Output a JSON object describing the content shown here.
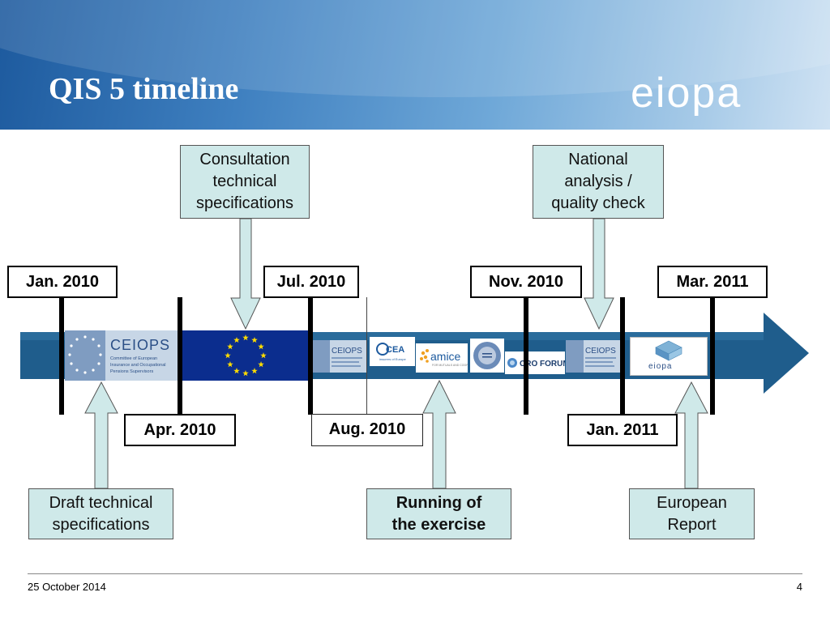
{
  "slide": {
    "title": "QIS 5 timeline",
    "logo_text": "eiopa",
    "footer_date": "25 October 2014",
    "page_number": "4"
  },
  "callouts": {
    "consultation": "Consultation technical specifications",
    "national": "National analysis / quality check",
    "draft": "Draft technical specifications",
    "running": "Running of the exercise",
    "european": "European Report"
  },
  "dates": {
    "jan2010": "Jan. 2010",
    "jul2010": "Jul. 2010",
    "nov2010": "Nov. 2010",
    "mar2011": "Mar. 2011",
    "apr2010": "Apr. 2010",
    "aug2010": "Aug. 2010",
    "jan2011": "Jan. 2011"
  },
  "logos": {
    "ceiops": "CEIOPS",
    "ceiops_sub": "Committee of European Insurance and Occupational Pensions Supervisors",
    "cea": "CEA",
    "amice": "amice",
    "cro_forum": "CRO FORUM",
    "eiopa_small": "eiopa"
  },
  "colors": {
    "band": "#1f5d8c",
    "callout_fill": "#cfe9e9",
    "eu_blue": "#0b2d8e",
    "eu_star": "#ffdd00"
  }
}
